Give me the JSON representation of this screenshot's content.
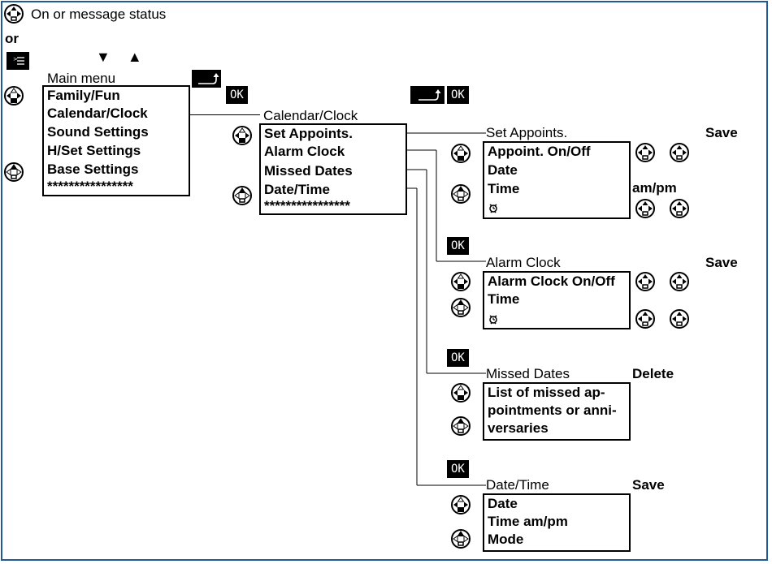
{
  "header": {
    "top_label": "On or message status",
    "or_label": "or",
    "arrows_label": "▼ ▲"
  },
  "main_menu": {
    "title": "Main menu",
    "items": [
      "Family/Fun",
      "Calendar/Clock",
      "Sound Settings",
      "H/Set Settings",
      "Base Settings",
      "****************"
    ]
  },
  "keys": {
    "ok": "OK"
  },
  "calendar_clock": {
    "title": "Calendar/Clock",
    "items": [
      "Set Appoints.",
      "Alarm Clock",
      "Missed Dates",
      "Date/Time",
      "****************"
    ]
  },
  "set_appoints": {
    "title": "Set Appoints.",
    "action": "Save",
    "ampm": "am/pm",
    "items": [
      "Appoint. On/Off",
      "Date",
      "Time"
    ]
  },
  "alarm_clock": {
    "title": "Alarm Clock",
    "action": "Save",
    "items": [
      "Alarm Clock On/Off",
      "Time"
    ]
  },
  "missed_dates": {
    "title": "Missed Dates",
    "action": "Delete",
    "items": [
      "List of missed ap-",
      "pointments or anni-",
      "versaries"
    ]
  },
  "date_time": {
    "title": "Date/Time",
    "action": "Save",
    "items": [
      "Date",
      "Time am/pm",
      "Mode"
    ]
  },
  "icons": {
    "nav": "navigation-key-icon",
    "menu": "menu-key-icon",
    "back": "back-key-icon",
    "alarm": "alarm-clock-icon"
  }
}
